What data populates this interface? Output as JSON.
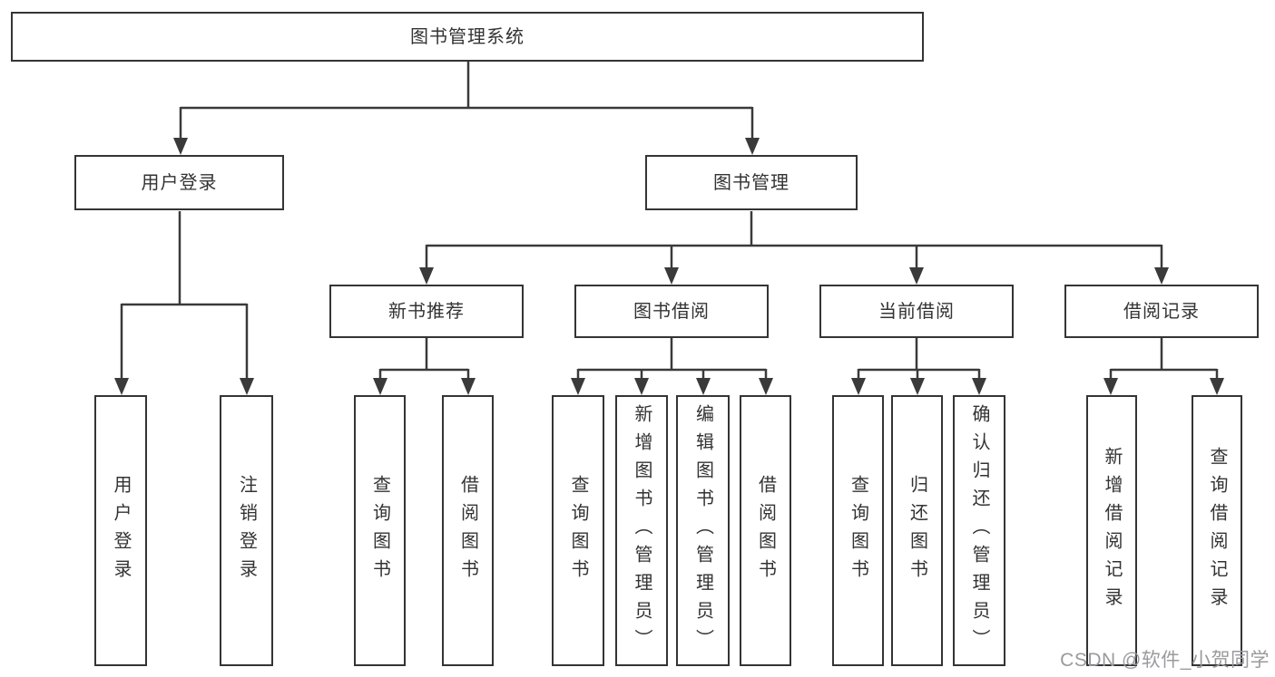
{
  "diagram_title": "图书管理系统",
  "tree": {
    "label": "图书管理系统",
    "children": [
      {
        "label": "用户登录",
        "children": [
          {
            "label": "用户登录"
          },
          {
            "label": "注销登录"
          }
        ]
      },
      {
        "label": "图书管理",
        "children": [
          {
            "label": "新书推荐",
            "children": [
              {
                "label": "查询图书"
              },
              {
                "label": "借阅图书"
              }
            ]
          },
          {
            "label": "图书借阅",
            "children": [
              {
                "label": "查询图书"
              },
              {
                "label": "新增图书（管理员）"
              },
              {
                "label": "编辑图书（管理员）"
              },
              {
                "label": "借阅图书"
              }
            ]
          },
          {
            "label": "当前借阅",
            "children": [
              {
                "label": "查询图书"
              },
              {
                "label": "归还图书"
              },
              {
                "label": "确认归还（管理员）"
              }
            ]
          },
          {
            "label": "借阅记录",
            "children": [
              {
                "label": "新增借阅记录"
              },
              {
                "label": "查询借阅记录"
              }
            ]
          }
        ]
      }
    ]
  },
  "watermark": {
    "text": "CSDN @软件_小贺同学"
  },
  "colors": {
    "background": "#ffffff",
    "line": "#3a3a3a",
    "box_border": "#343434",
    "text": "#333333",
    "watermark": "#9a9a9e"
  }
}
